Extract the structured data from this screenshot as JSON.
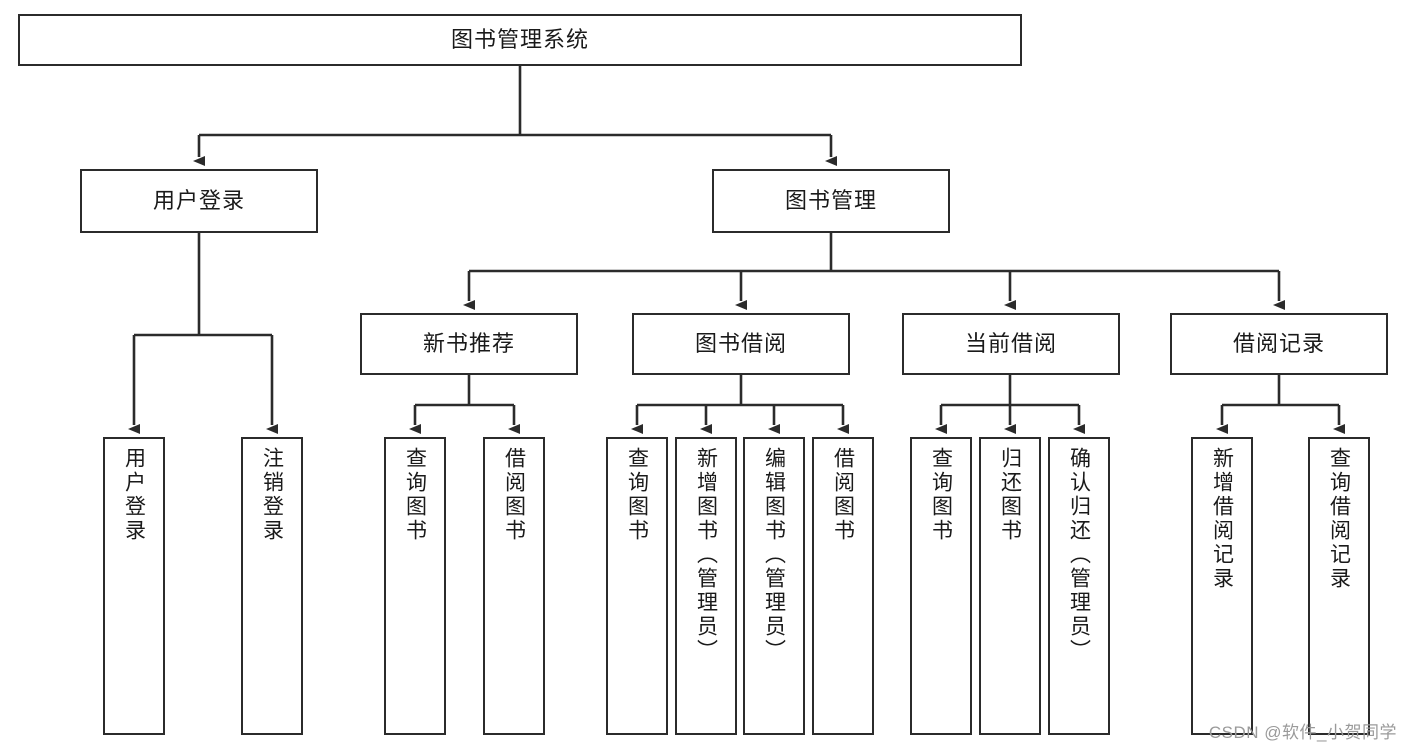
{
  "diagram": {
    "title": "图书管理系统",
    "watermark": "CSDN @软件_小贺同学",
    "style": {
      "box_border_color": "#2b2b2b",
      "box_fill_color": "#ffffff",
      "connector_color": "#2b2b2b",
      "background_color": "#ffffff",
      "text_color": "#1a1a1a"
    },
    "levels": {
      "root": "图书管理系统",
      "level2": [
        "用户登录",
        "图书管理"
      ],
      "level3": [
        "新书推荐",
        "图书借阅",
        "当前借阅",
        "借阅记录"
      ],
      "level4": [
        "用户登录",
        "注销登录",
        "查询图书",
        "借阅图书",
        "查询图书",
        "新增图书（管理员）",
        "编辑图书（管理员）",
        "借阅图书",
        "查询图书",
        "归还图书",
        "确认归还（管理员）",
        "新增借阅记录",
        "查询借阅记录"
      ]
    },
    "nodes": {
      "root": {
        "label": "图书管理系统"
      },
      "user_login": {
        "label": "用户登录"
      },
      "book_manage": {
        "label": "图书管理"
      },
      "new_book_rec": {
        "label": "新书推荐"
      },
      "book_borrow": {
        "label": "图书借阅"
      },
      "current_borrow": {
        "label": "当前借阅"
      },
      "borrow_record": {
        "label": "借阅记录"
      },
      "leaf_user_login": {
        "label": "用户登录"
      },
      "leaf_logout": {
        "label": "注销登录"
      },
      "leaf_query_book_rec": {
        "label": "查询图书"
      },
      "leaf_borrow_book_rec": {
        "label": "借阅图书"
      },
      "leaf_query_book_borrow": {
        "label": "查询图书"
      },
      "leaf_add_book": {
        "label": "新增图书（管理员）"
      },
      "leaf_edit_book": {
        "label": "编辑图书（管理员）"
      },
      "leaf_borrow_book": {
        "label": "借阅图书"
      },
      "leaf_query_book_current": {
        "label": "查询图书"
      },
      "leaf_return_book": {
        "label": "归还图书"
      },
      "leaf_confirm_return": {
        "label": "确认归还（管理员）"
      },
      "leaf_add_record": {
        "label": "新增借阅记录"
      },
      "leaf_query_record": {
        "label": "查询借阅记录"
      }
    }
  }
}
